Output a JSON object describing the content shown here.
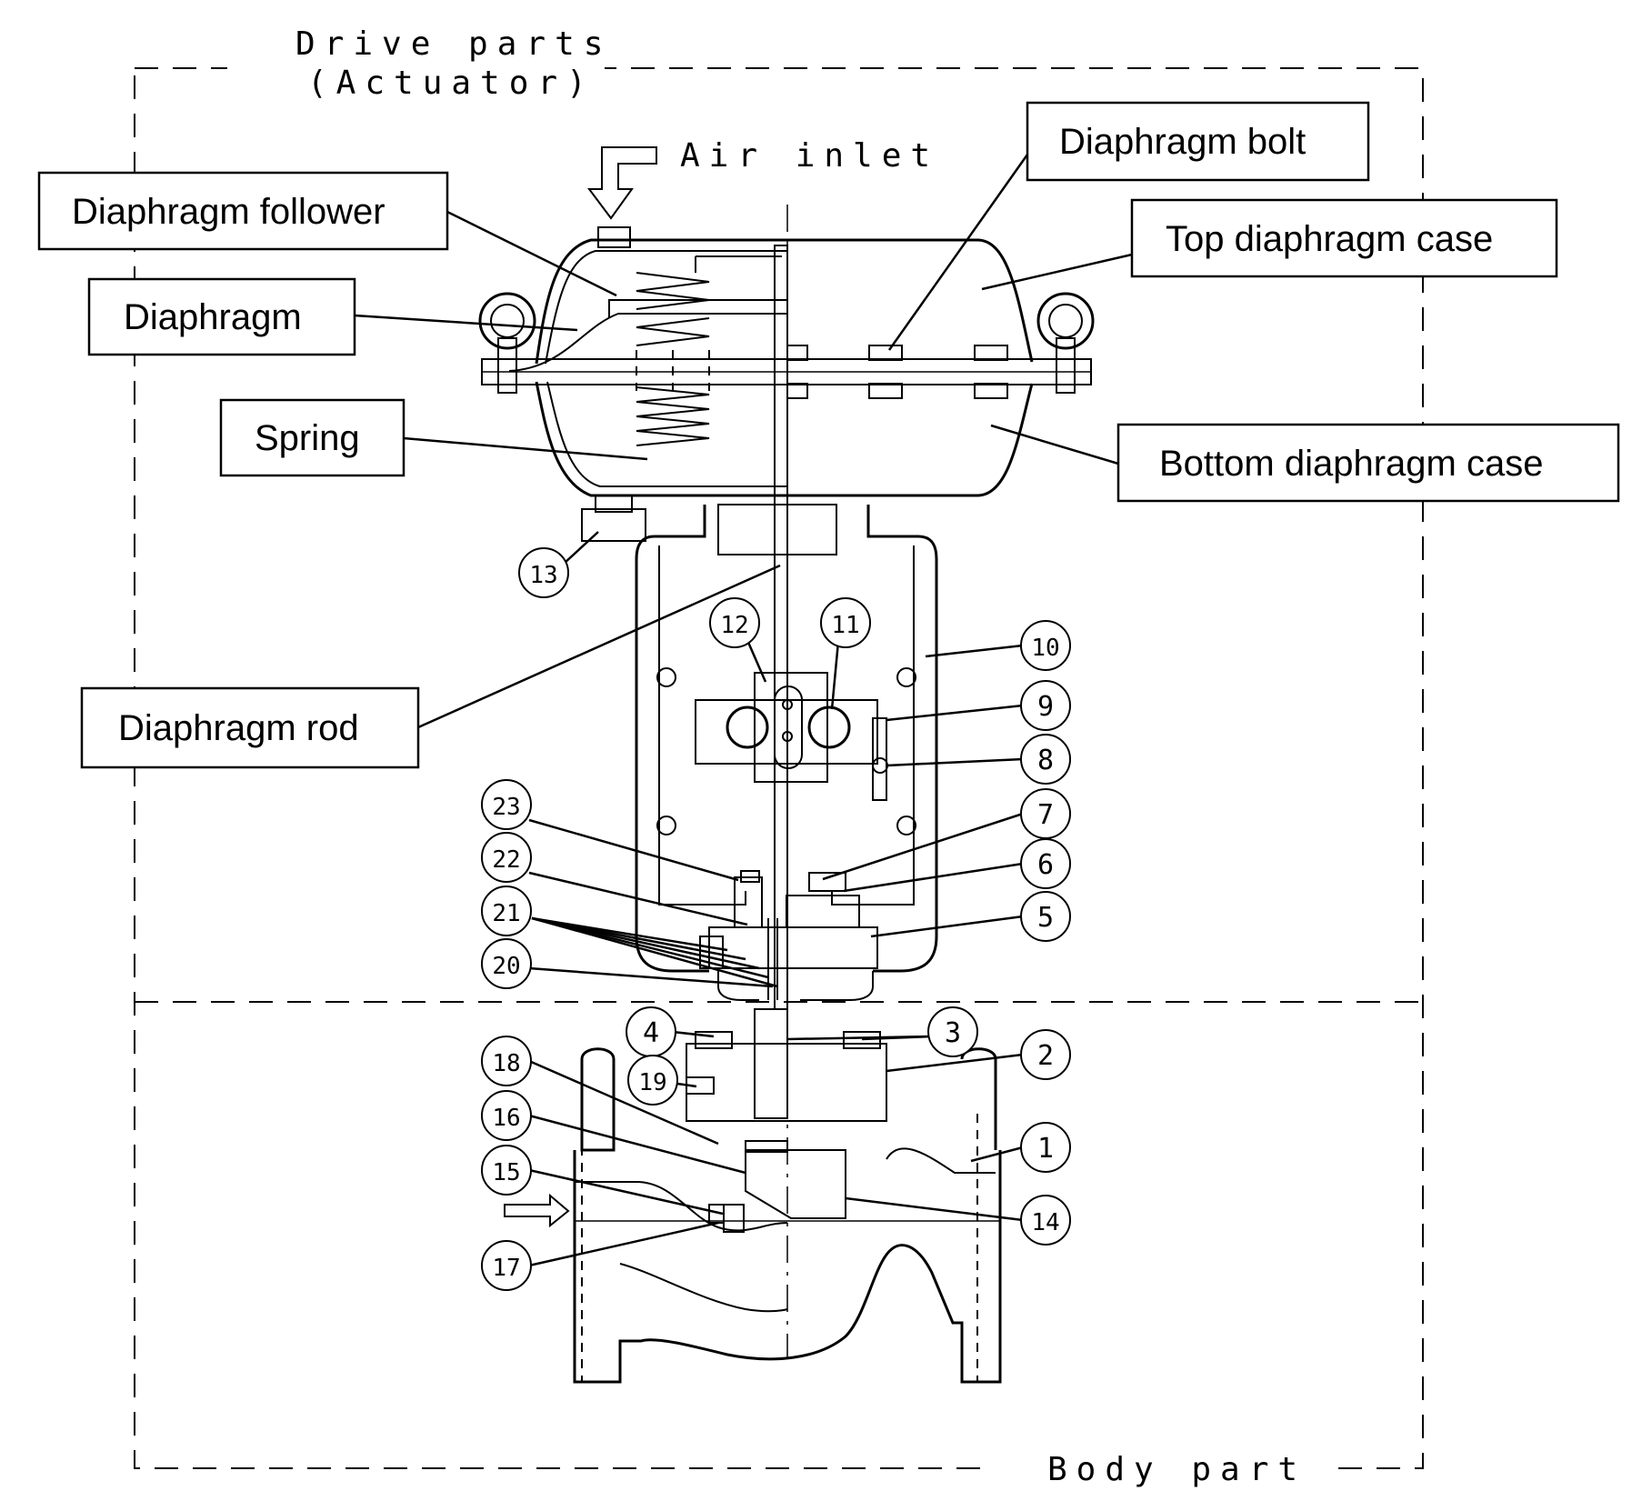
{
  "zones": {
    "drive_parts_line1": "Drive parts",
    "drive_parts_line2": "(Actuator)",
    "body_part": "Body part"
  },
  "air_inlet": "Air inlet",
  "labels": {
    "diaphragm_bolt": "Diaphragm bolt",
    "diaphragm_follower": "Diaphragm follower",
    "top_diaphragm_case": "Top diaphragm case",
    "diaphragm": "Diaphragm",
    "spring": "Spring",
    "bottom_diaphragm_case": "Bottom diaphragm case",
    "diaphragm_rod": "Diaphragm rod"
  },
  "part_numbers": [
    "1",
    "2",
    "3",
    "4",
    "5",
    "6",
    "7",
    "8",
    "9",
    "10",
    "11",
    "12",
    "13",
    "14",
    "15",
    "16",
    "17",
    "18",
    "19",
    "20",
    "21",
    "22",
    "23"
  ]
}
